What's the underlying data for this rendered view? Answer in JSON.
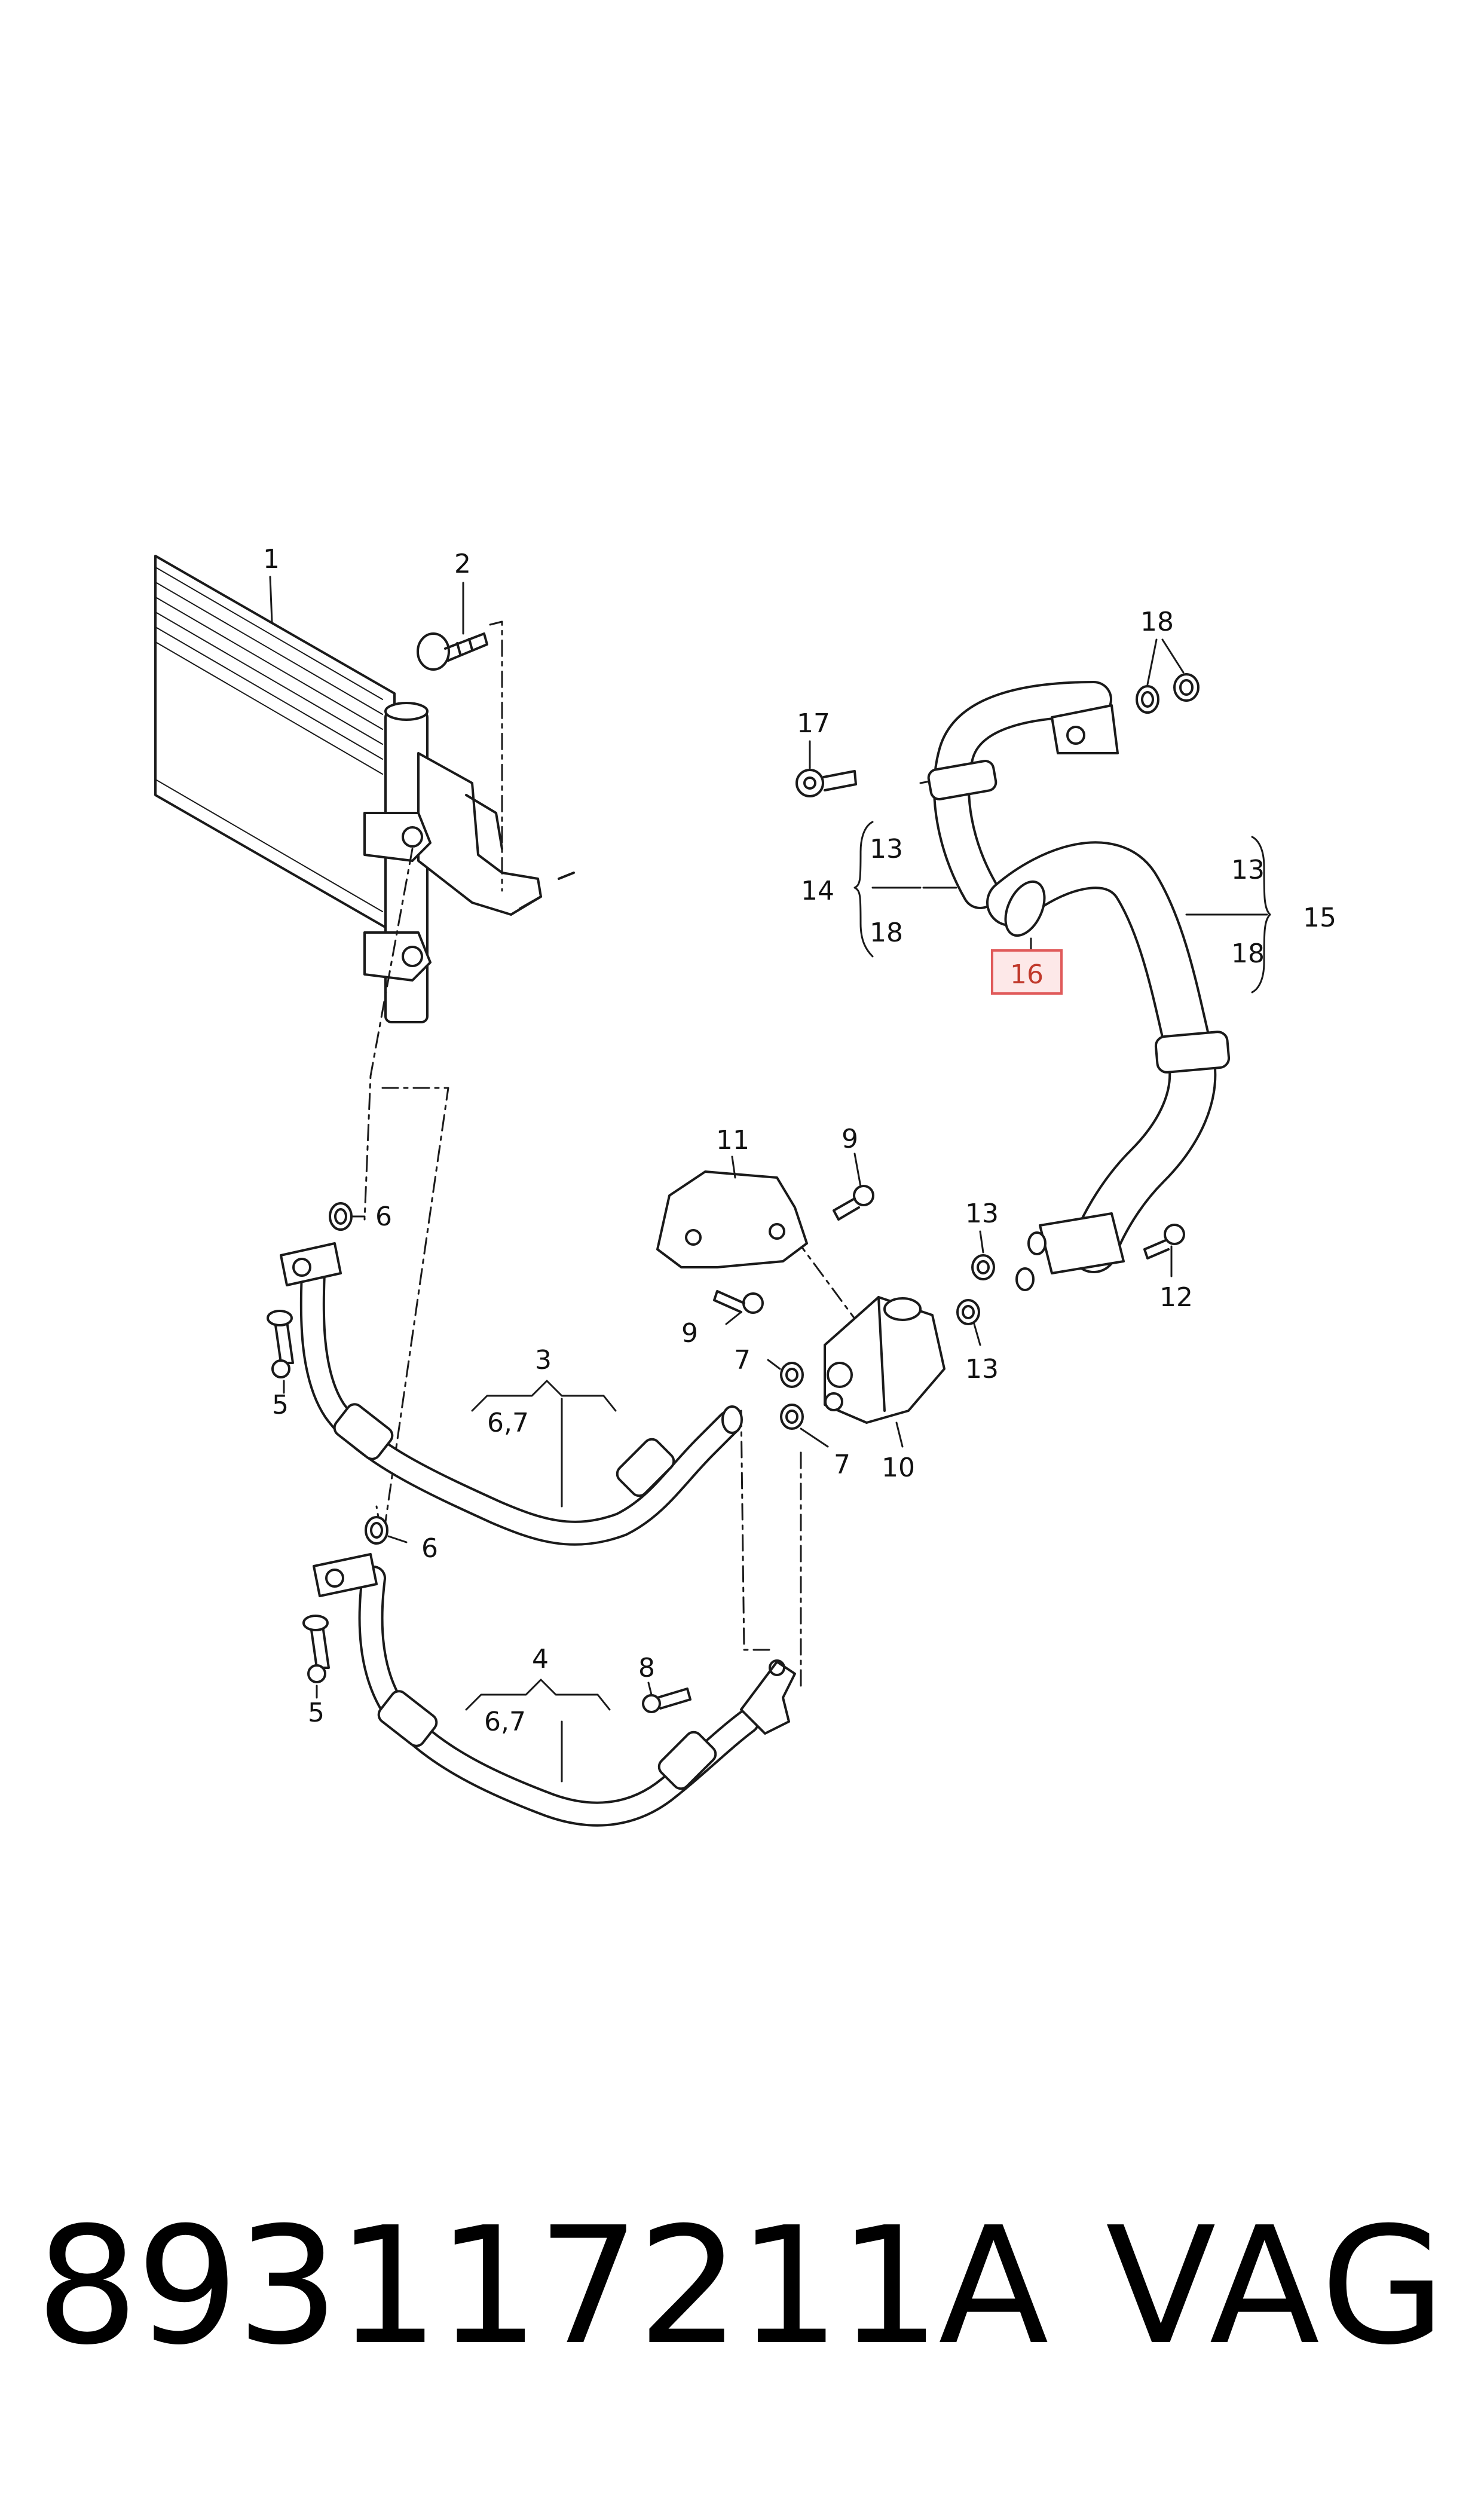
{
  "labels": {
    "l1": "1",
    "l2": "2",
    "l3": "3",
    "l3sub": "6,7",
    "l4": "4",
    "l4sub": "6,7",
    "l5a": "5",
    "l5b": "5",
    "l6a": "6",
    "l6b": "6",
    "l7a": "7",
    "l7b": "7",
    "l8": "8",
    "l9a": "9",
    "l9b": "9",
    "l10": "10",
    "l11": "11",
    "l12": "12",
    "l13a": "13",
    "l13b": "13",
    "l13c": "13",
    "l13d": "13",
    "l14": "14",
    "l15": "15",
    "l16": "16",
    "l17": "17",
    "l18a": "18",
    "l18b": "18",
    "l18c": "18"
  },
  "part_number": "893117211A",
  "manufacturer": "VAG",
  "colors": {
    "line": "#1a1a1a",
    "highlight": "#e05a5a",
    "highlight_fill": "#fde8e8"
  }
}
